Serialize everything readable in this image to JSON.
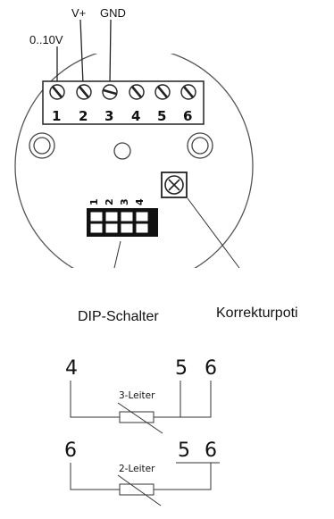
{
  "wiring": {
    "signal_label": "0..10V",
    "vplus_label": "V+",
    "gnd_label": "GND"
  },
  "terminals": [
    "1",
    "2",
    "3",
    "4",
    "5",
    "6"
  ],
  "dip": {
    "numbers": [
      "1",
      "2",
      "3",
      "4"
    ],
    "label": "DIP-Schalter"
  },
  "poti": {
    "label": "Korrekturpoti"
  },
  "three_wire": {
    "left_terminal": "4",
    "mid_terminal": "5",
    "right_terminal": "6",
    "label": "3-Leiter"
  },
  "two_wire": {
    "left_terminal": "6",
    "mid_terminal": "5",
    "right_terminal": "6",
    "label": "2-Leiter"
  }
}
